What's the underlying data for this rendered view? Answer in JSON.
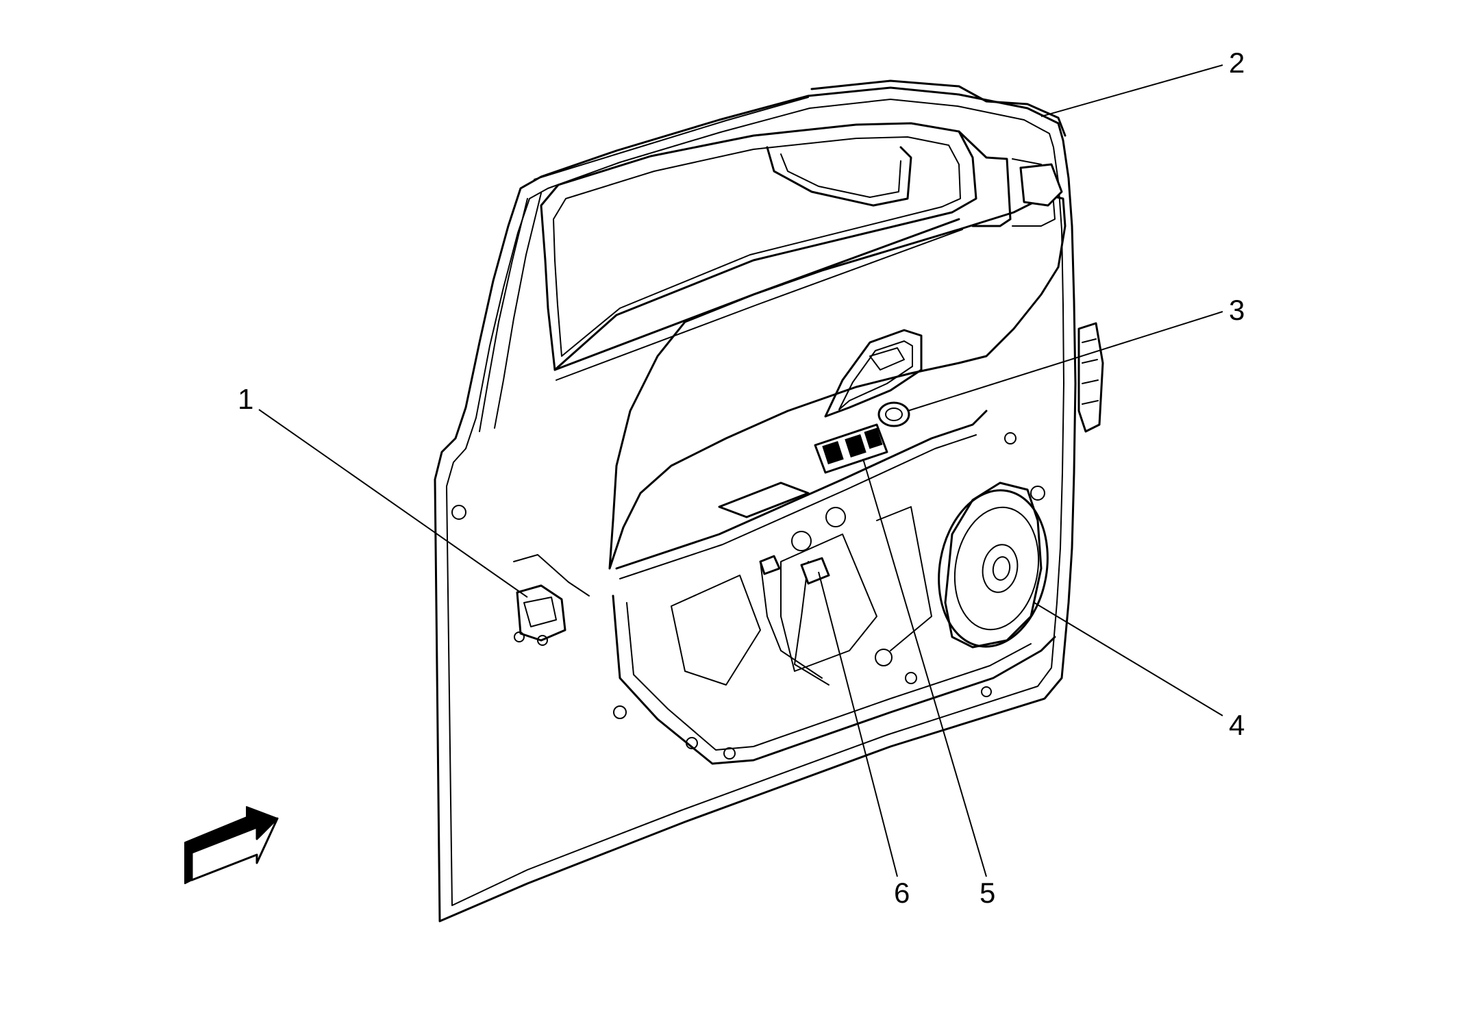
{
  "callouts": [
    {
      "id": "1",
      "label": "1"
    },
    {
      "id": "2",
      "label": "2"
    },
    {
      "id": "3",
      "label": "3"
    },
    {
      "id": "4",
      "label": "4"
    },
    {
      "id": "5",
      "label": "5"
    },
    {
      "id": "6",
      "label": "6"
    }
  ],
  "icons": {
    "view_direction": "arrow-icon"
  }
}
